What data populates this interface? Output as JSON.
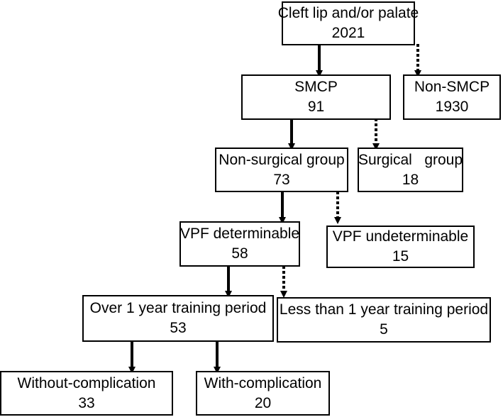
{
  "nodes": {
    "cleft": {
      "label": "Cleft lip and/or palate",
      "count": "2021"
    },
    "smcp": {
      "label": "SMCP",
      "count": "91"
    },
    "non_smcp": {
      "label": "Non-SMCP",
      "count": "1930"
    },
    "non_surgical": {
      "label": "Non-surgical group",
      "count": "73"
    },
    "surgical": {
      "label": "Surgical   group",
      "count": "18"
    },
    "vpf_det": {
      "label": "VPF determinable",
      "count": "58"
    },
    "vpf_undet": {
      "label": "VPF undeterminable",
      "count": "15"
    },
    "over_1yr": {
      "label": "Over 1 year training period",
      "count": "53"
    },
    "less_1yr": {
      "label": "Less than 1 year training period",
      "count": "5"
    },
    "without_comp": {
      "label": "Without-complication",
      "count": "33"
    },
    "with_comp": {
      "label": "With-complication",
      "count": "20"
    }
  }
}
